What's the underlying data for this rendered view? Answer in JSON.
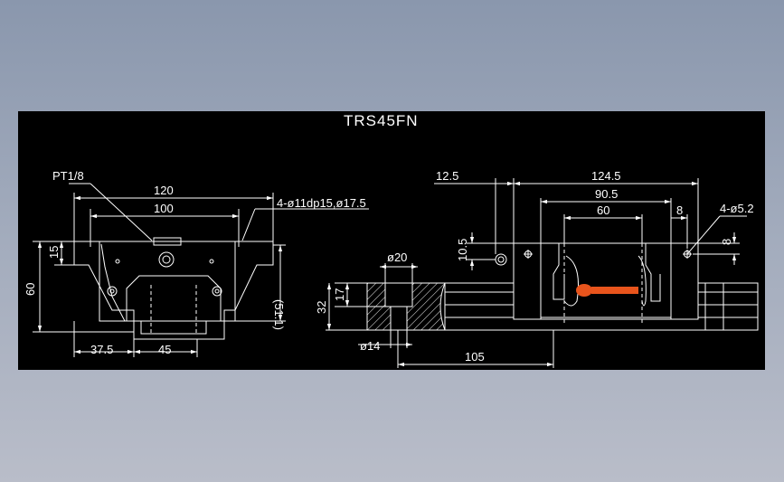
{
  "drawing": {
    "title": "TRS45FN",
    "front_view": {
      "dim_pt": "PT1/8",
      "dim_width_120": "120",
      "dim_width_100": "100",
      "dim_holes": "4-ø11dp15,ø17.5",
      "dim_height_60": "60",
      "dim_15": "15",
      "dim_51": "(51.1)",
      "dim_37_5": "37.5",
      "dim_45": "45"
    },
    "rail_section": {
      "dim_d20": "ø20",
      "dim_17": "17",
      "dim_32": "32",
      "dim_d14": "ø14",
      "dim_105": "105"
    },
    "side_view": {
      "dim_12_5": "12.5",
      "dim_124_5": "124.5",
      "dim_90_5": "90.5",
      "dim_60": "60",
      "dim_8_top": "8",
      "dim_holes": "4-ø5.2",
      "dim_8_right": "8",
      "dim_10_5": "10.5"
    },
    "colors": {
      "background": "#000000",
      "lines": "#ffffff",
      "brand_accent": "#e8541c"
    }
  }
}
